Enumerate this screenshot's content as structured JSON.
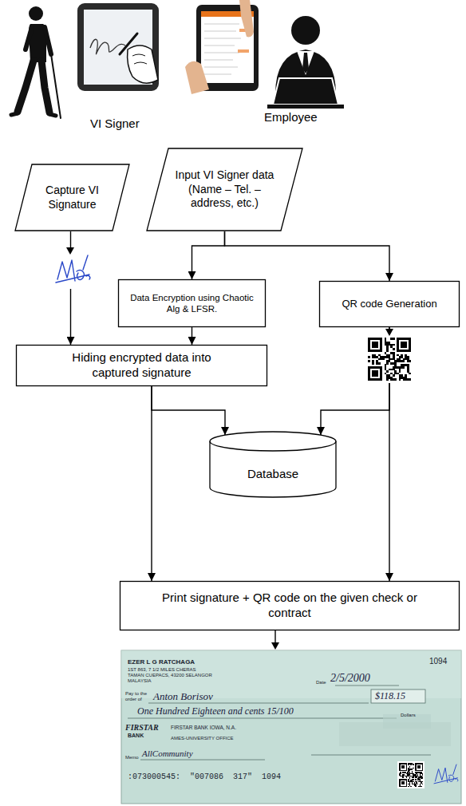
{
  "diagram": {
    "nodes": [
      {
        "text": [
          "Capture VI Signature"
        ]
      },
      {
        "text": [
          "Input VI Signer data (Name – Tel. – address, etc.)"
        ]
      },
      {
        "text": [
          "Data Encryption using Chaotic Alg & LFSR."
        ]
      },
      {
        "text": [
          "QR code Generation"
        ]
      },
      {
        "text": [
          "Hiding encrypted data into captured signature"
        ]
      },
      {
        "text": [
          "Database"
        ]
      },
      {
        "text": [
          "Print signature + QR code on the given check or contract"
        ]
      }
    ],
    "edges": [
      {
        "from": 0,
        "to": 4,
        "arrow": "to"
      },
      {
        "from": 1,
        "to": 2,
        "arrow": "to"
      },
      {
        "from": 1,
        "to": 3,
        "arrow": "to"
      },
      {
        "from": 2,
        "to": 4,
        "arrow": "to"
      },
      {
        "from": 3,
        "to": 5,
        "arrow": "to"
      },
      {
        "from": 3,
        "to": 6,
        "arrow": "to"
      },
      {
        "from": 4,
        "to": 5,
        "arrow": "to"
      },
      {
        "from": 4,
        "to": 6,
        "arrow": "to"
      }
    ],
    "labels": [
      "VI Signer",
      "Employee",
      "EZER L G RATCHAGA",
      "1ST 863, 7 1/2 MILES CHERAS",
      "TAMAN CUEPACS, 43200 SELANGOR",
      "MALAYSIA",
      "1094",
      "Date",
      "2/5/2000",
      "Pay to the order of",
      "Anton Borisov",
      "$118.15",
      "One Hundred Eighteen and cents 15/100",
      "Dollars",
      "FIRSTAR",
      "BANK",
      "FIRSTAR BANK IOWA, N.A.",
      "AMES-UNIVERSITY OFFICE",
      "Memo",
      "AllCommunity",
      ":073000545: \"007086 317\" 1094"
    ]
  }
}
